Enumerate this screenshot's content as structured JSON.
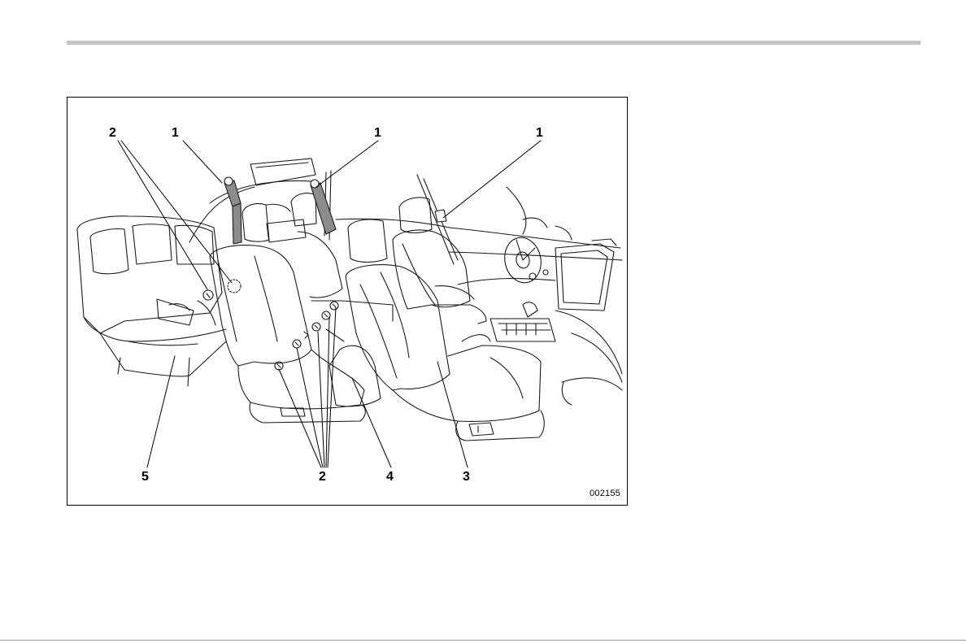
{
  "figure": {
    "code": "002155",
    "callouts": {
      "c1": "2",
      "c2": "1",
      "c3": "1",
      "c4": "1",
      "c5": "5",
      "c6": "2",
      "c7": "4",
      "c8": "3"
    }
  },
  "colors": {
    "line": "#1a1a1a",
    "belt": "#8c8c8c",
    "rule": "#c4c4c4"
  }
}
